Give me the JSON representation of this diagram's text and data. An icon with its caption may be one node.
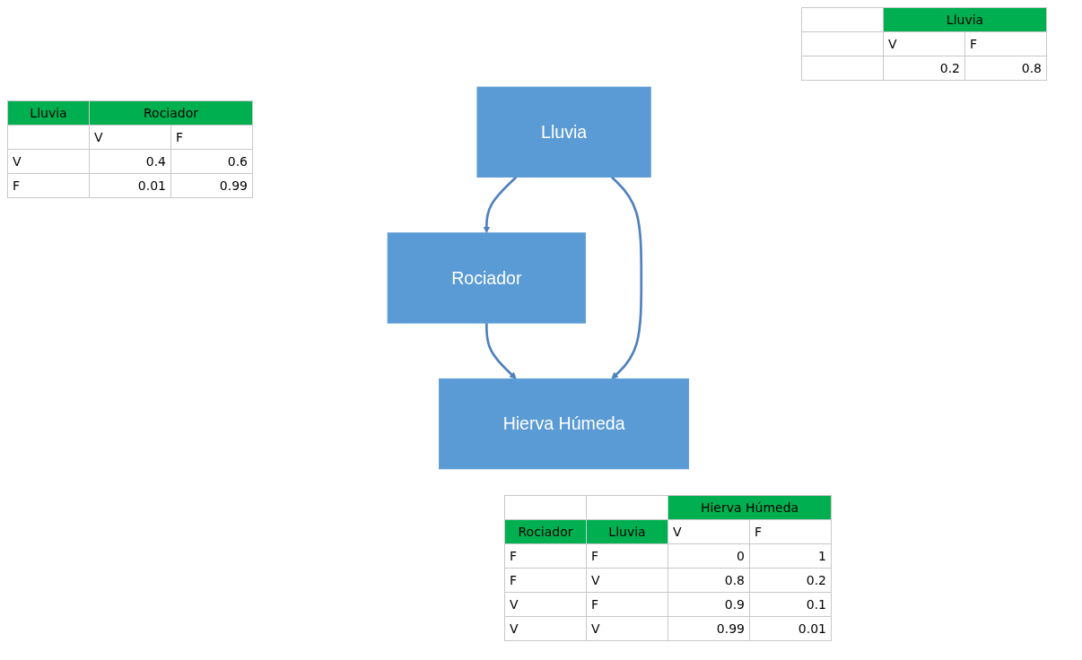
{
  "diagram": {
    "nodes": [
      {
        "text": [
          "Rociador"
        ]
      },
      {
        "text": [
          "Lluvia"
        ]
      },
      {
        "text": [
          "Hierva Húmeda"
        ]
      }
    ],
    "edges": [
      {
        "from": 1,
        "to": 0,
        "arrow": "to"
      },
      {
        "from": 0,
        "to": 2,
        "arrow": "to"
      },
      {
        "from": 1,
        "to": 2,
        "arrow": "to"
      }
    ],
    "labels": [
      "Lluvia",
      "V",
      "F",
      "0.2",
      "0.8",
      "Lluvia",
      "Rociador",
      "V",
      "F",
      "V",
      "0.4",
      "0.6",
      "F",
      "0.01",
      "0.99",
      "Hierva Húmeda",
      "Rociador",
      "Lluvia",
      "V",
      "F",
      "F",
      "F",
      "0",
      "1",
      "F",
      "V",
      "0.8",
      "0.2",
      "V",
      "F",
      "0.9",
      "0.1",
      "V",
      "V",
      "0.99",
      "0.01"
    ]
  }
}
